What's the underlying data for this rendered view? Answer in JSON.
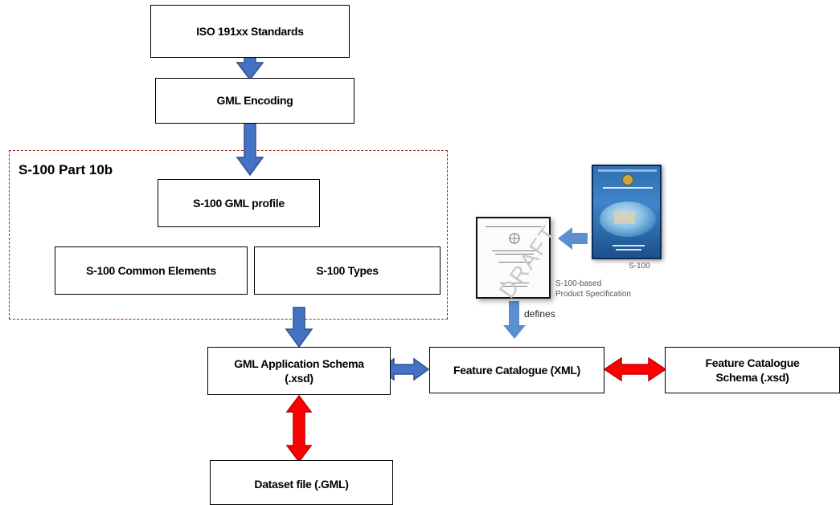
{
  "boxes": {
    "iso": "ISO 191xx Standards",
    "gml_encoding": "GML Encoding",
    "s100_gml_profile": "S-100 GML profile",
    "common_elements": "S-100 Common Elements",
    "types": "S-100 Types",
    "app_schema_line1": "GML Application Schema",
    "app_schema_line2": "(.xsd)",
    "feature_catalogue": "Feature Catalogue (XML)",
    "fc_schema_line1": "Feature Catalogue",
    "fc_schema_line2": "Schema (.xsd)",
    "dataset": "Dataset file (.GML)"
  },
  "group": {
    "title": "S-100 Part 10b"
  },
  "images": {
    "cover_caption": "S-100",
    "spec_caption_line1": "S-100-based",
    "spec_caption_line2": "Product Specification",
    "draft_text": "DRAFT",
    "defines_label": "defines"
  },
  "colors": {
    "arrow_blue": "#4472c4",
    "arrow_blue_light": "#5b8fce",
    "arrow_red": "#ff0000",
    "dashed_border": "#a01e1e"
  }
}
